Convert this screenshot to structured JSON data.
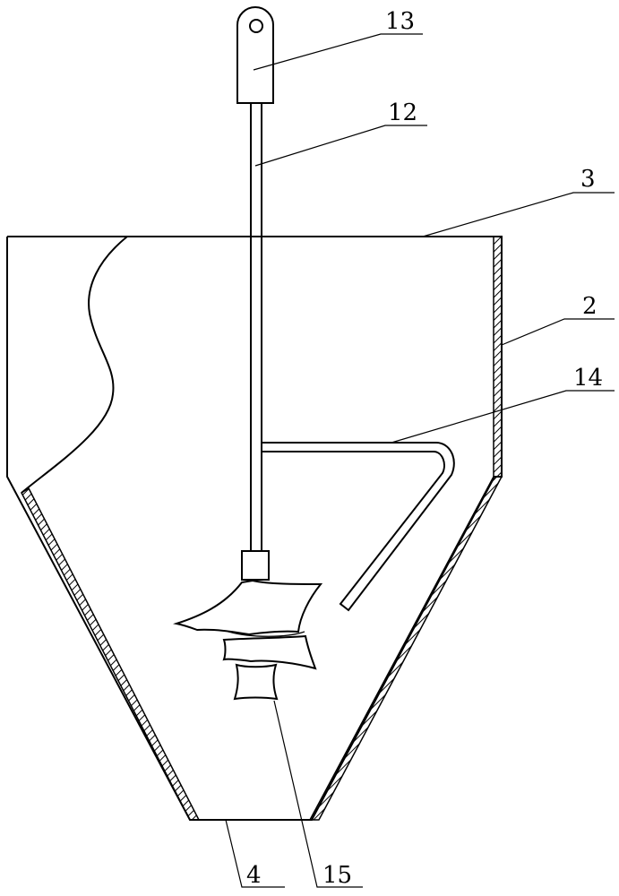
{
  "labels": {
    "handle": "13",
    "shaft": "12",
    "top_opening": "3",
    "wall": "2",
    "scraper_arm": "14",
    "outlet": "4",
    "impeller": "15"
  },
  "colors": {
    "line": "#000000",
    "background": "#ffffff"
  }
}
